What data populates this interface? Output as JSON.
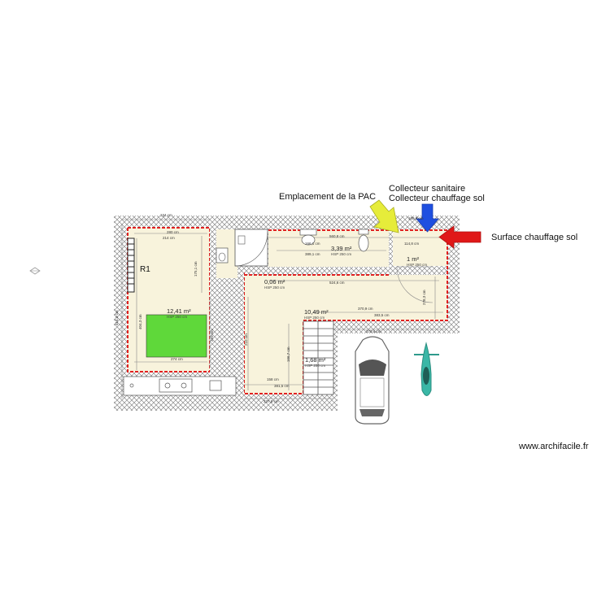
{
  "labels": {
    "pac": "Emplacement de la PAC",
    "collecteur_sanitaire": "Collecteur sanitaire",
    "collecteur_chauffage": "Collecteur chauffage sol",
    "surface_chauffage": "Surface chauffage sol",
    "room_ref": "R1",
    "watermark": "www.archifacile.fr"
  },
  "rooms": [
    {
      "id": "living",
      "area": "12,41 m²",
      "hsp": "HSP 250 cm"
    },
    {
      "id": "bath",
      "area": "3,39 m²",
      "hsp": "HSP 250 cm"
    },
    {
      "id": "closet",
      "area": "1 m²",
      "hsp": "HSP 250 cm"
    },
    {
      "id": "hall",
      "area": "0,06 m²",
      "hsp": "HSP 250 cm"
    },
    {
      "id": "kitchen",
      "area": "10,49 m²",
      "hsp": "HSP 250 cm"
    },
    {
      "id": "stairs",
      "area": "1,68 m²",
      "hsp": "HSP 250 cm"
    }
  ],
  "dimensions": {
    "d234": "234 cm",
    "d280": "280 cm",
    "d214": "214 cm",
    "d1751": "175,1 cm",
    "d4143": "414,3 cm",
    "d4043": "404,3 cm",
    "d274": "274 cm",
    "d210a": "210 cm",
    "d210b": "210 cm",
    "d5608": "560,8 cm",
    "d5246": "524,6 cm",
    "d3891": "389,1 cm",
    "d1661": "166,1 cm",
    "d3709": "370,9 cm",
    "d3835": "383,5 cm",
    "d3706": "370,6 cm",
    "d1667": "166,7 cm",
    "d158": "158 cm",
    "d3815": "381,5 cm",
    "d3375": "337,5 cm",
    "d1148": "114,8 cm",
    "d2783": "278,3 cm",
    "d1009": "100,9 cm"
  },
  "colors": {
    "wall_hatch": "#8a8a8a",
    "outline_red": "#e02020",
    "room_fill": "#f8f3dc",
    "bed_green": "#5fd83a",
    "arrow_yellow": "#e6ec3a",
    "arrow_blue": "#1f4fe0",
    "arrow_red": "#e01818",
    "moto_teal": "#3ab7a6"
  },
  "icons": [
    "yellow-arrow-icon",
    "blue-arrow-icon",
    "red-arrow-icon",
    "car-icon",
    "motorcycle-icon",
    "stairs-icon",
    "toilet-icon",
    "sink-icon",
    "shower-icon",
    "radiator-icon"
  ]
}
